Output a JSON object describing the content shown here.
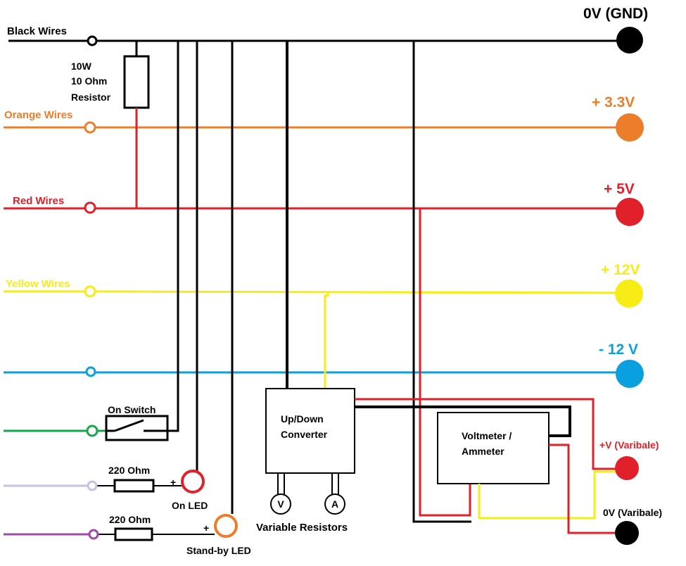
{
  "colors": {
    "black": "#000000",
    "orange": "#ec7e2b",
    "red": "#e0202a",
    "yellow": "#f7ec16",
    "blue": "#0aa0e0",
    "green": "#14a84a",
    "lavender": "#c8c0e0",
    "purple": "#a04aa8"
  },
  "wires": {
    "black": "Black Wires",
    "orange": "Orange Wires",
    "red": "Red Wires",
    "yellow": "Yellow Wires"
  },
  "rails": {
    "gnd": "0V (GND)",
    "v33": "+ 3.3V",
    "v5": "+ 5V",
    "v12": "+ 12V",
    "vneg12": "- 12 V"
  },
  "resistor": {
    "line1": "10W",
    "line2": "10 Ohm",
    "line3": "Resistor"
  },
  "switch": {
    "label": "On Switch"
  },
  "on_led": {
    "resistor": "220 Ohm",
    "plus": "+",
    "label": "On LED"
  },
  "standby_led": {
    "resistor": "220 Ohm",
    "plus": "+",
    "label": "Stand-by LED"
  },
  "converter": {
    "line1": "Up/Down",
    "line2": "Converter"
  },
  "meter": {
    "line1": "Voltmeter /",
    "line2": "Ammeter"
  },
  "variable_resistors": {
    "label": "Variable Resistors",
    "v": "V",
    "a": "A"
  },
  "outputs": {
    "vplus": "+V (Varibale)",
    "v0": "0V (Varibale)"
  }
}
